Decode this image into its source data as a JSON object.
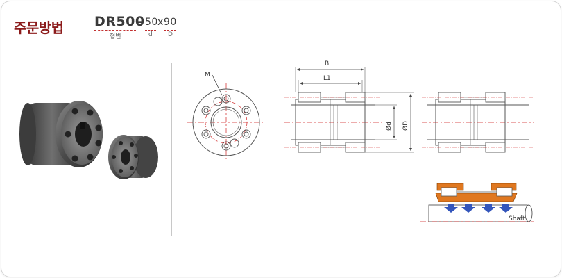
{
  "order": {
    "title": "주문방법",
    "model_code": "DR500",
    "separator": "-",
    "d_value": "50",
    "x_sign": "x",
    "D_value": "90",
    "label_model": "형번",
    "label_d": "d",
    "label_D": "D"
  },
  "drawing": {
    "label_M": "M",
    "label_B": "B",
    "label_L1": "L1",
    "label_od": "Ød",
    "label_oD": "ØD",
    "label_shaft": "Shaft"
  },
  "colors": {
    "title_red": "#8b1a1a",
    "dash_red": "#c23030",
    "centerline_red": "#d02020",
    "orange": "#e07820",
    "arrow_blue": "#3355bb",
    "line": "#555555"
  },
  "icons": {
    "product_photo": "coupling-photo-icon"
  }
}
